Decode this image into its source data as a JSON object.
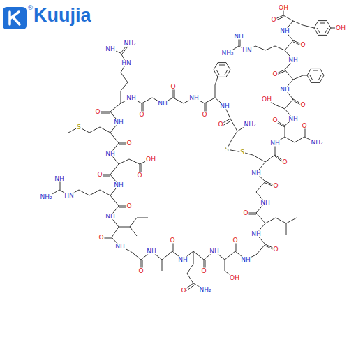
{
  "diagram": {
    "labels": [
      "Kuujia",
      "®",
      "OH",
      "O",
      "OH",
      "NH",
      "NH",
      "O",
      "HN",
      "NH₂",
      "NH",
      "O",
      "NH",
      "OH",
      "O",
      "NH",
      "NH₂",
      "O",
      "O",
      "NH₂",
      "NH",
      "O",
      "NH",
      "O",
      "O",
      "NH",
      "O",
      "NH",
      "O",
      "NH",
      "NH₂",
      "NH",
      "HN",
      "S",
      "S",
      "O",
      "NH",
      "S",
      "O",
      "NH",
      "OH",
      "O",
      "O",
      "NH",
      "NH",
      "HN",
      "NH₂",
      "O",
      "NH",
      "O",
      "NH",
      "O",
      "NH",
      "O",
      "NH",
      "O",
      "O",
      "NH₂",
      "NH",
      "OH",
      "O",
      "NH",
      "O",
      "NH",
      "O",
      "NH",
      "O",
      "NH"
    ]
  }
}
